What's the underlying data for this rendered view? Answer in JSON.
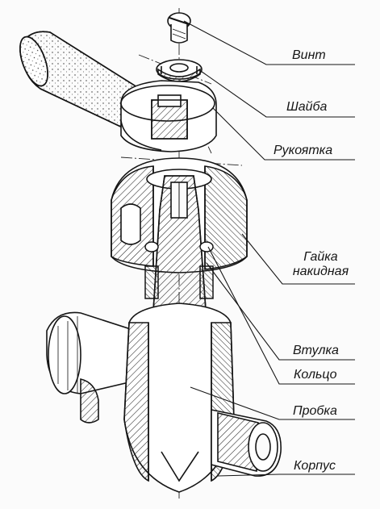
{
  "labels": {
    "vint": "Винт",
    "shaiba": "Шайба",
    "rukoyatka": "Рукоятка",
    "gaika_line1": "Гайка",
    "gaika_line2": "накидная",
    "vtulka": "Втулка",
    "kolco": "Кольцо",
    "probka": "Пробка",
    "korpus": "Корпус"
  },
  "colors": {
    "ink": "#151515",
    "paper": "#fbfbfb"
  }
}
